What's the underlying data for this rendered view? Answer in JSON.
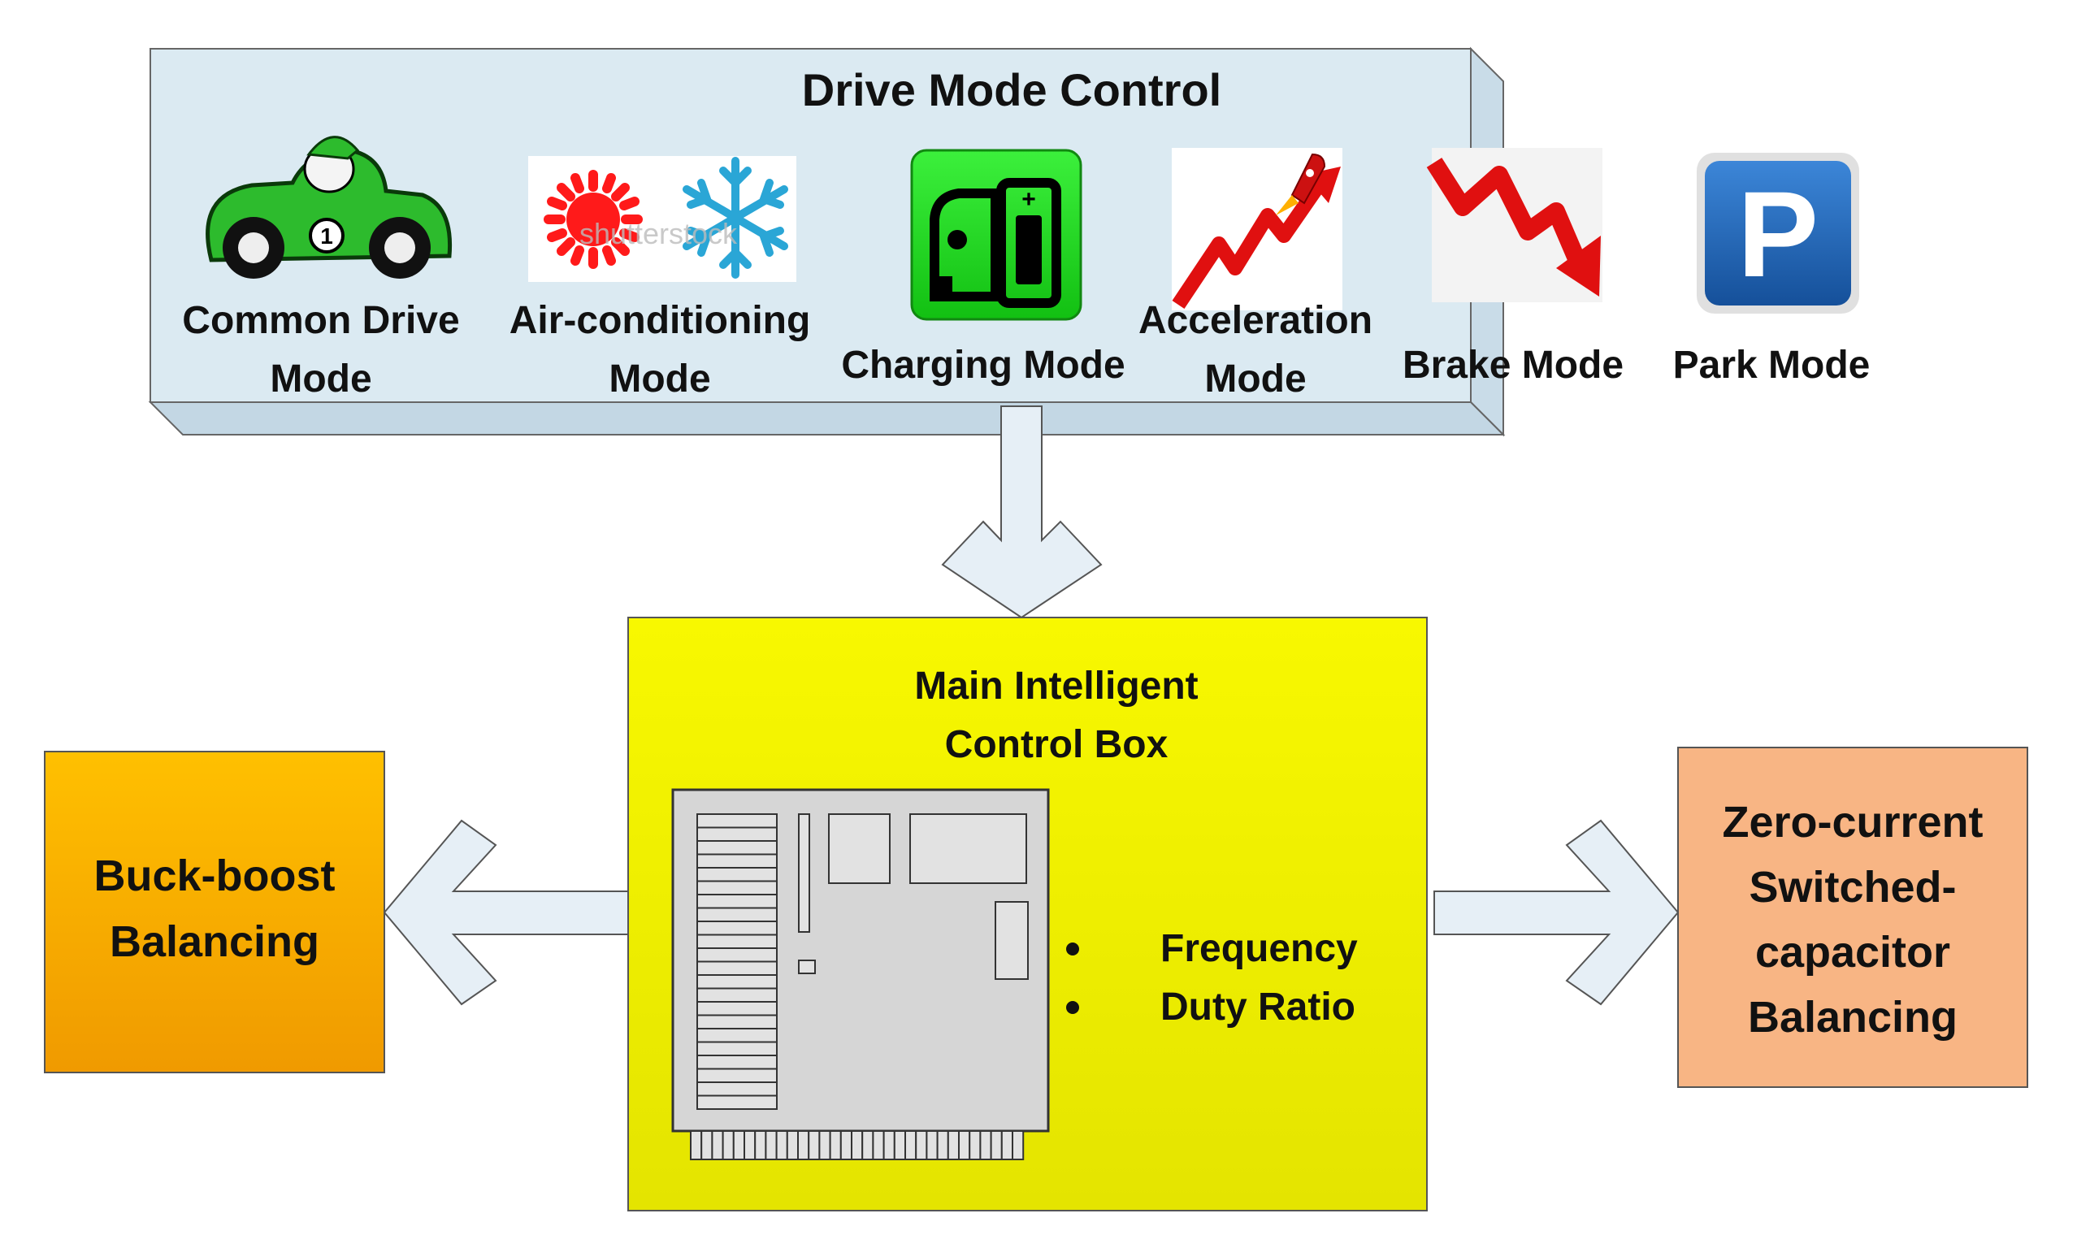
{
  "drive_panel": {
    "title": "Drive Mode Control",
    "modes": [
      {
        "line1": "Common Drive",
        "line2": "Mode",
        "icon": "race-car-icon"
      },
      {
        "line1": "Air-conditioning",
        "line2": "Mode",
        "icon": "sun-snowflake-icon",
        "watermark": "shutterstock"
      },
      {
        "line1": "Charging Mode",
        "line2": "",
        "icon": "charging-station-icon"
      },
      {
        "line1": "Acceleration",
        "line2": "Mode",
        "icon": "rocket-rising-arrow-icon"
      },
      {
        "line1": "Brake Mode",
        "line2": "",
        "icon": "falling-arrow-icon"
      },
      {
        "line1": "Park Mode",
        "line2": "",
        "icon": "parking-sign-icon",
        "glyph": "P"
      }
    ]
  },
  "control_box": {
    "title_line1": "Main Intelligent",
    "title_line2": "Control Box",
    "bullets": [
      "Frequency",
      "Duty Ratio"
    ]
  },
  "left_box": {
    "line1": "Buck-boost",
    "line2": "Balancing"
  },
  "right_box": {
    "line1": "Zero-current",
    "line2": "Switched-",
    "line3": "capacitor",
    "line4": "Balancing"
  },
  "colors": {
    "panel_fill": "#dbeaf2",
    "arrow_fill": "#e6eff6",
    "control_box_top": "#f8f800",
    "control_box_bottom": "#e4e400",
    "left_box_top": "#ffc000",
    "left_box_bottom": "#f09a00",
    "right_box": "#f8b584",
    "board": "#d6d6d6",
    "car_green": "#2dbb2d",
    "sun_red": "#ff1a1a",
    "snow_blue": "#2aa6d6",
    "charge_green": "#22dd22",
    "arrow_red": "#e01010",
    "park_blue": "#1f64b4"
  }
}
